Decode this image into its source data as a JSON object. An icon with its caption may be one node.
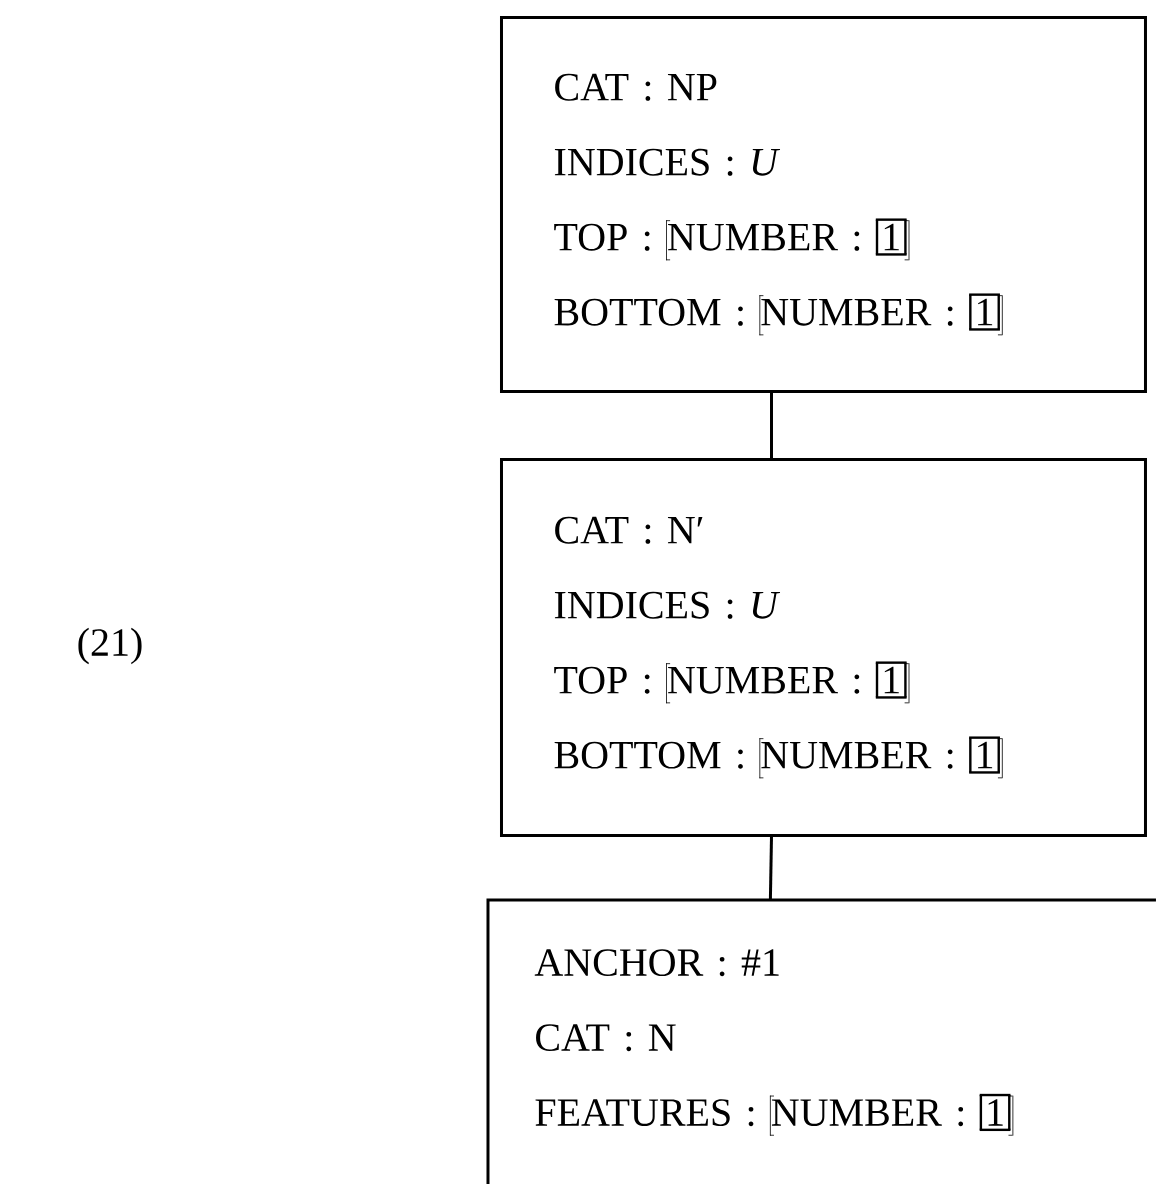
{
  "diagram": {
    "nodes": [
      {
        "text": [
          "CAT : NP",
          "INDICES : *U*",
          "TOP :",
          "NUMBER :",
          "1",
          "BOTTOM :",
          "NUMBER :",
          "1"
        ]
      },
      {
        "text": [
          "CAT : N′",
          "INDICES : *U*",
          "TOP :",
          "NUMBER :",
          "1",
          "BOTTOM :",
          "NUMBER :",
          "1"
        ]
      },
      {
        "text": [
          "ANCHOR : #1",
          "CAT : N",
          "FEATURES :",
          "NUMBER :",
          "1"
        ]
      }
    ],
    "edges": [
      {
        "from": 0,
        "to": 1,
        "arrow": "none"
      },
      {
        "from": 1,
        "to": 2,
        "arrow": "none"
      }
    ],
    "labels": [
      "(21)"
    ]
  }
}
